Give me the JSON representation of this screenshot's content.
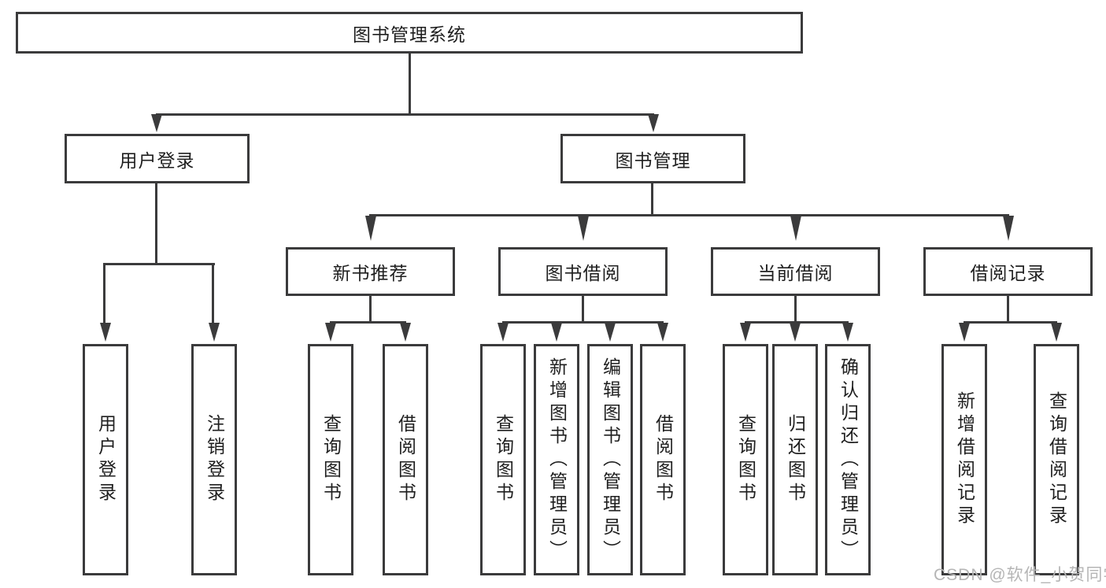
{
  "diagram": {
    "tree": {
      "root": {
        "label": "图书管理系统"
      },
      "branches": [
        {
          "label": "用户登录",
          "children": [
            {
              "label": "用户登录"
            },
            {
              "label": "注销登录"
            }
          ]
        },
        {
          "label": "图书管理",
          "sections": [
            {
              "label": "新书推荐",
              "children": [
                {
                  "label": "查询图书"
                },
                {
                  "label": "借阅图书"
                }
              ]
            },
            {
              "label": "图书借阅",
              "children": [
                {
                  "label": "查询图书"
                },
                {
                  "label": "新增图书（管理员）"
                },
                {
                  "label": "编辑图书（管理员）"
                },
                {
                  "label": "借阅图书"
                }
              ]
            },
            {
              "label": "当前借阅",
              "children": [
                {
                  "label": "查询图书"
                },
                {
                  "label": "归还图书"
                },
                {
                  "label": "确认归还（管理员）"
                }
              ]
            },
            {
              "label": "借阅记录",
              "children": [
                {
                  "label": "新增借阅记录"
                },
                {
                  "label": "查询借阅记录"
                }
              ]
            }
          ]
        }
      ]
    },
    "watermark": "CSDN @软件_小贺同学",
    "colors": {
      "line": "#3b3b3c",
      "text": "#1f1f1f",
      "watermark": "#b5b5b5",
      "background": "#ffffff"
    }
  }
}
